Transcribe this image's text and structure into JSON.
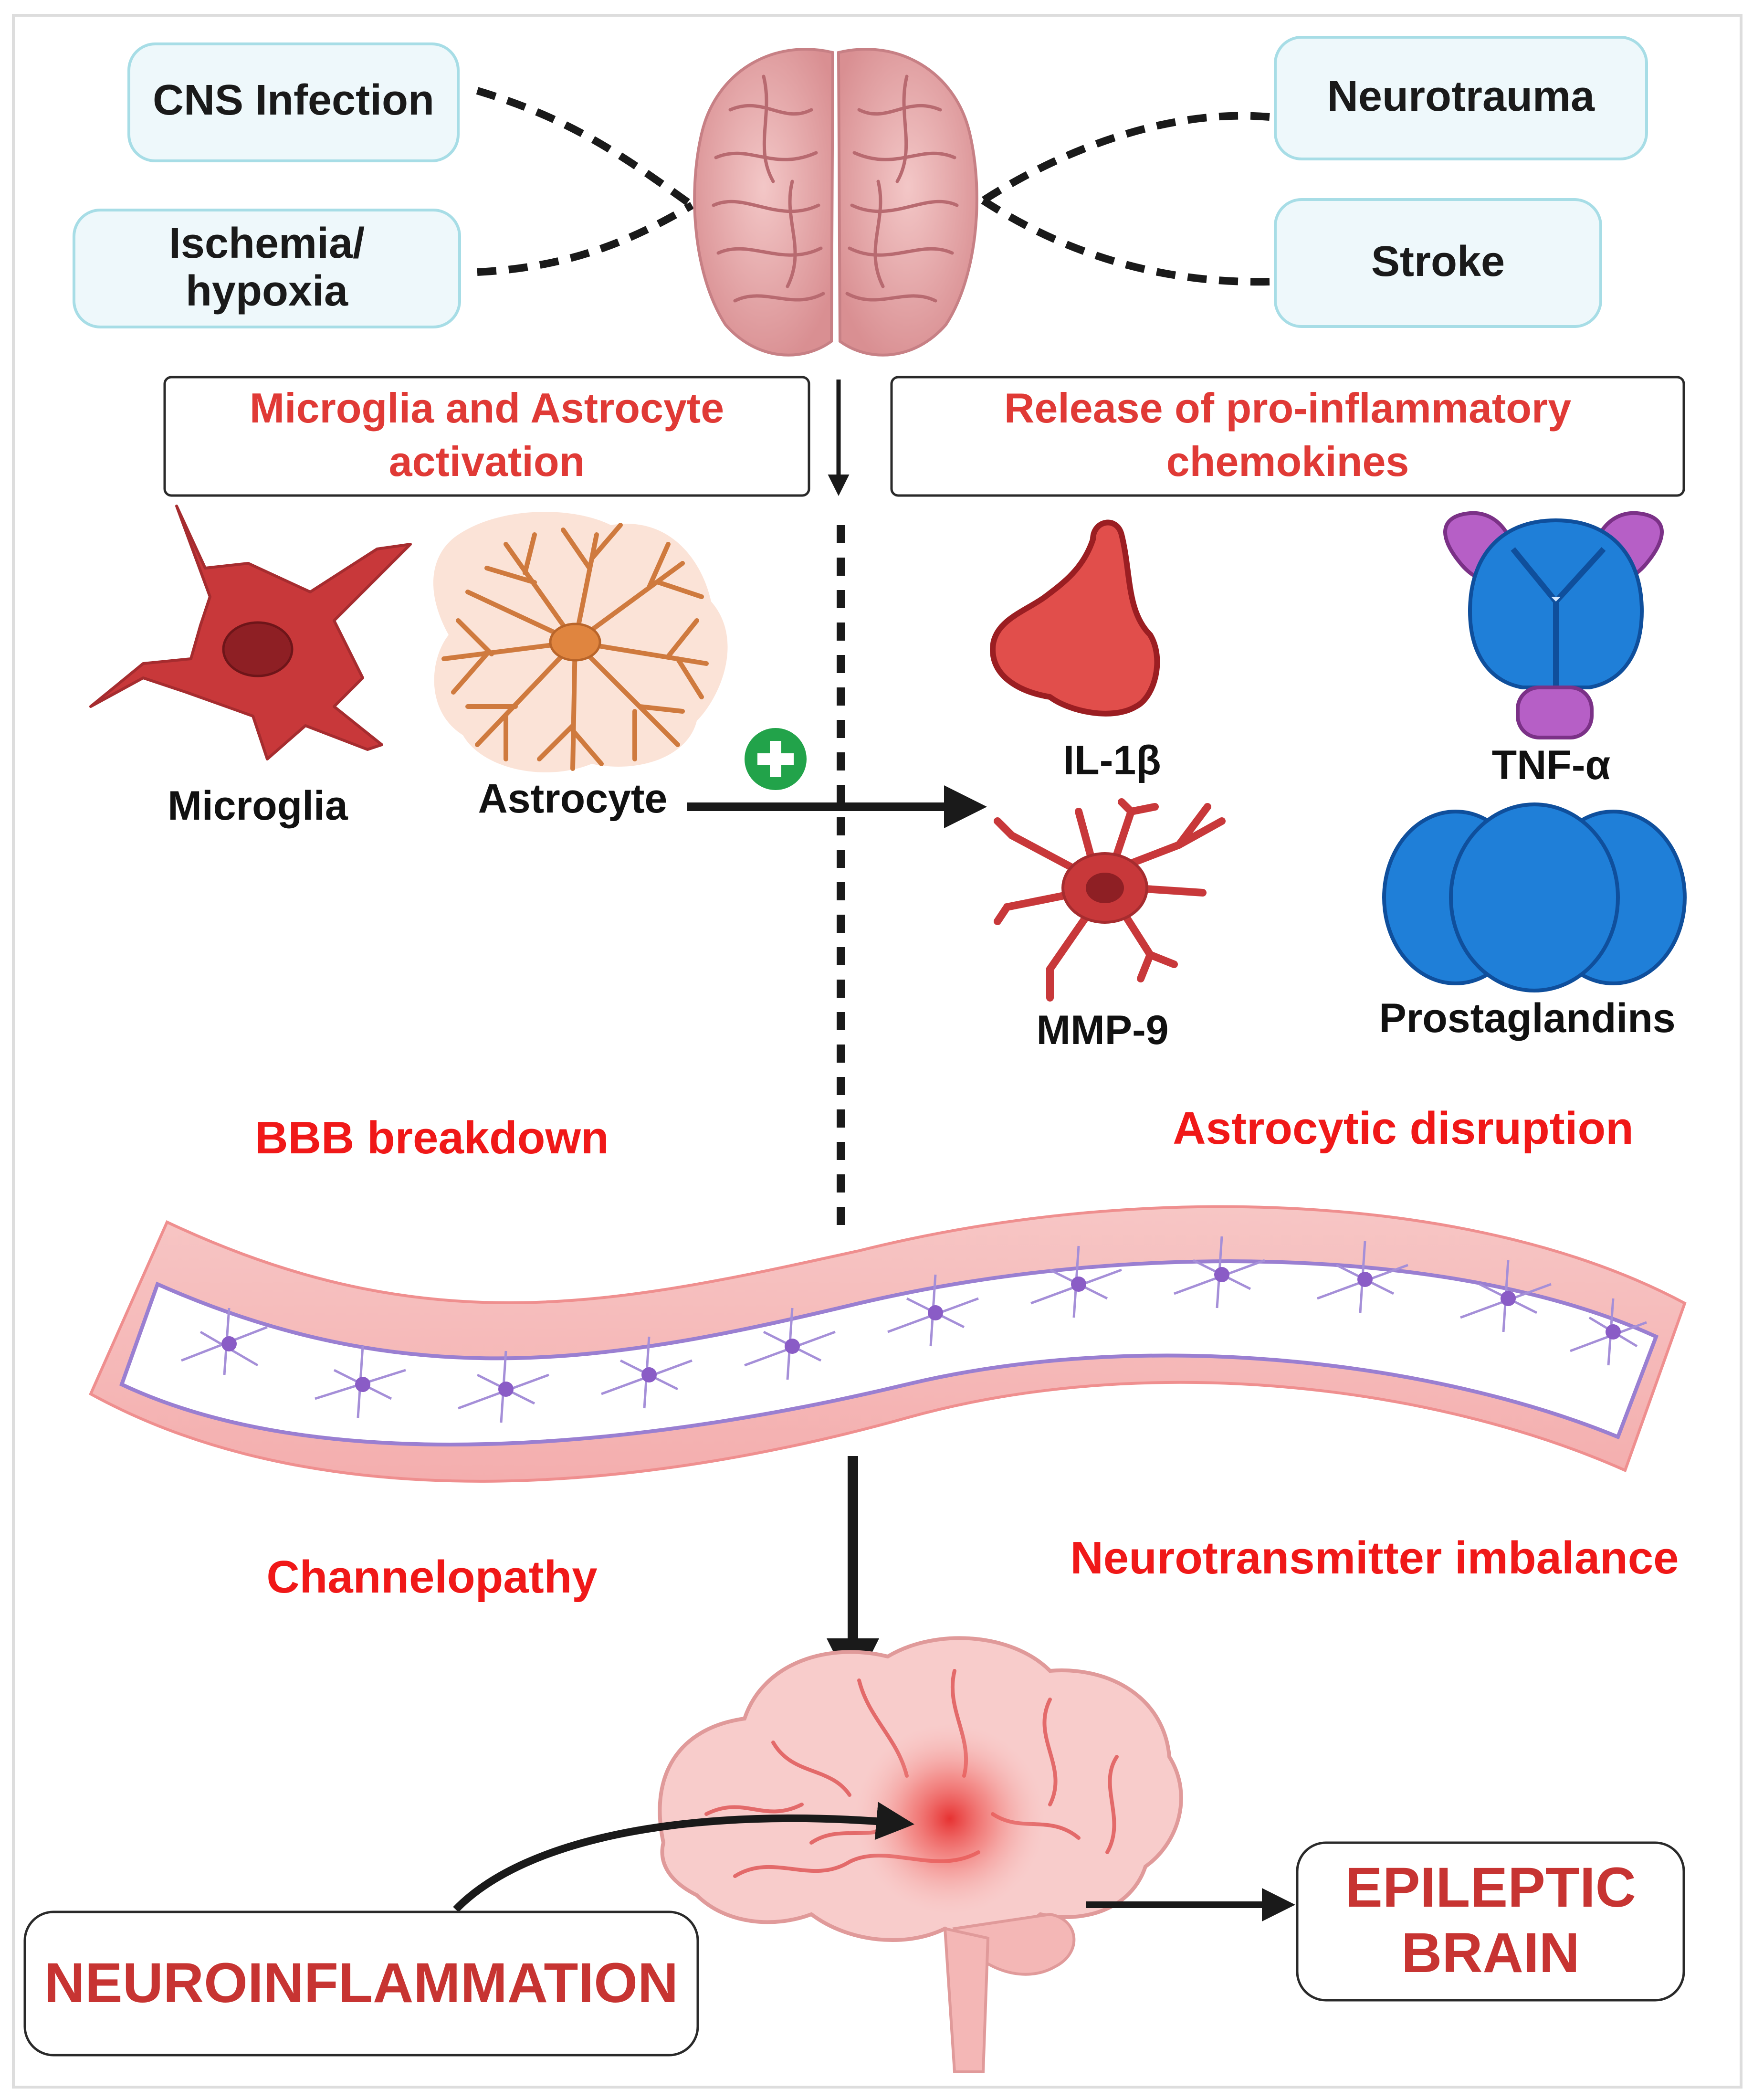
{
  "causes": {
    "cns_infection": "CNS Infection",
    "ischemia_line1": "Ischemia/",
    "ischemia_line2": "hypoxia",
    "neurotrauma": "Neurotrauma",
    "stroke": "Stroke"
  },
  "boxes": {
    "activation_line1": "Microglia and Astrocyte",
    "activation_line2": "activation",
    "release_line1": "Release of pro-inflammatory",
    "release_line2": "chemokines"
  },
  "cells": {
    "microglia": "Microglia",
    "astrocyte": "Astrocyte",
    "il1b": "IL-1β",
    "tnfa": "TNF-α",
    "mmp9": "MMP-9",
    "prostaglandins": "Prostaglandins"
  },
  "effects": {
    "bbb": "BBB breakdown",
    "astrocytic": "Astrocytic disruption",
    "channelopathy": "Channelopathy",
    "neurotransmitter": "Neurotransmitter imbalance"
  },
  "outcome": {
    "neuroinflammation": "NEUROINFLAMMATION",
    "epileptic_line1": "EPILEPTIC",
    "epileptic_line2": "BRAIN"
  },
  "colors": {
    "cause_box_fill": "#eef8fb",
    "cause_box_border": "#a7dde6",
    "red_text": "#e03a36",
    "effect_red": "#f01818",
    "outcome_red": "#c73432",
    "microglia_red": "#c8383a",
    "astrocyte_orange": "#cf7a3e",
    "receptor_blue": "#1f7fd8",
    "receptor_purple": "#b65fc6",
    "vessel_pink": "#f5b7b7",
    "plus_green": "#22a34a"
  },
  "icons": [
    "brain-top-icon",
    "microglia-icon",
    "astrocyte-icon",
    "plus-icon",
    "il1b-molecule-icon",
    "tnfa-receptor-icon",
    "mmp9-cell-icon",
    "prostaglandin-icon",
    "blood-vessel-icon",
    "brain-side-icon"
  ]
}
